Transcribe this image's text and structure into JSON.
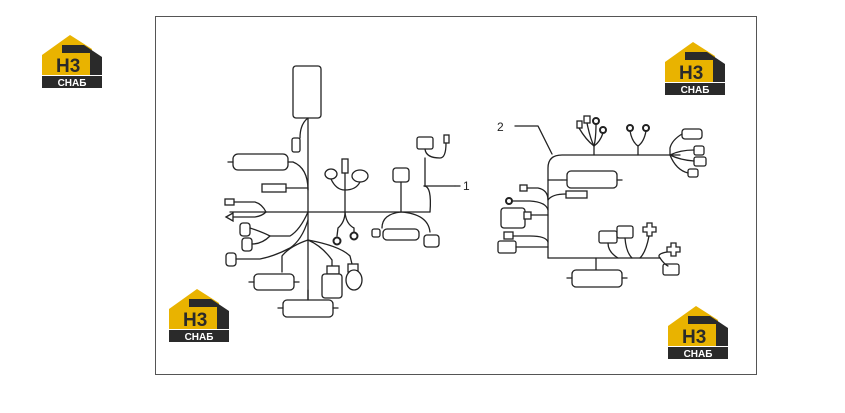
{
  "diagram": {
    "callouts": [
      {
        "label": "1"
      },
      {
        "label": "2"
      }
    ]
  },
  "watermark": {
    "top_text": "H3",
    "bottom_text": "СНАБ",
    "colors": {
      "roof": "#e9b300",
      "dark": "#2a2a2a",
      "text": "#ffffff",
      "h3_bg": "#e9b300"
    }
  }
}
